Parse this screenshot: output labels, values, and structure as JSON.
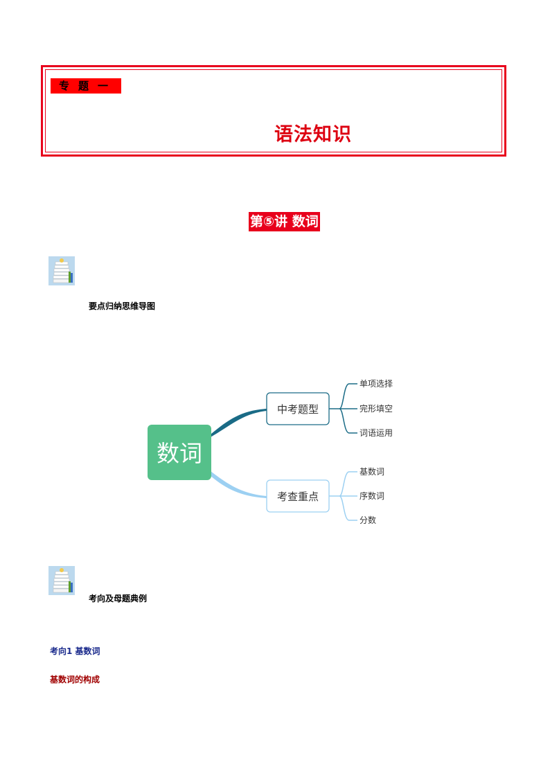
{
  "banner": {
    "topic_tag": "专题一",
    "title": "语法知识"
  },
  "lecture": {
    "title": "第⑤讲 数词"
  },
  "sections": {
    "mindmap_label": "要点归纳思维导图",
    "examples_label": "考向及母题典例"
  },
  "mindmap": {
    "root": "数词",
    "branches": [
      {
        "label": "中考题型",
        "children": [
          "单项选择",
          "完形填空",
          "词语运用"
        ]
      },
      {
        "label": "考查重点",
        "children": [
          "基数词",
          "序数词",
          "分数"
        ]
      }
    ],
    "colors": {
      "root_fill": "#55c08a",
      "branch1_stroke": "#1a6b86",
      "branch2_stroke": "#9cd0f2"
    }
  },
  "content": {
    "direction_heading": "考向1  基数词",
    "subheading": "基数词的构成"
  }
}
